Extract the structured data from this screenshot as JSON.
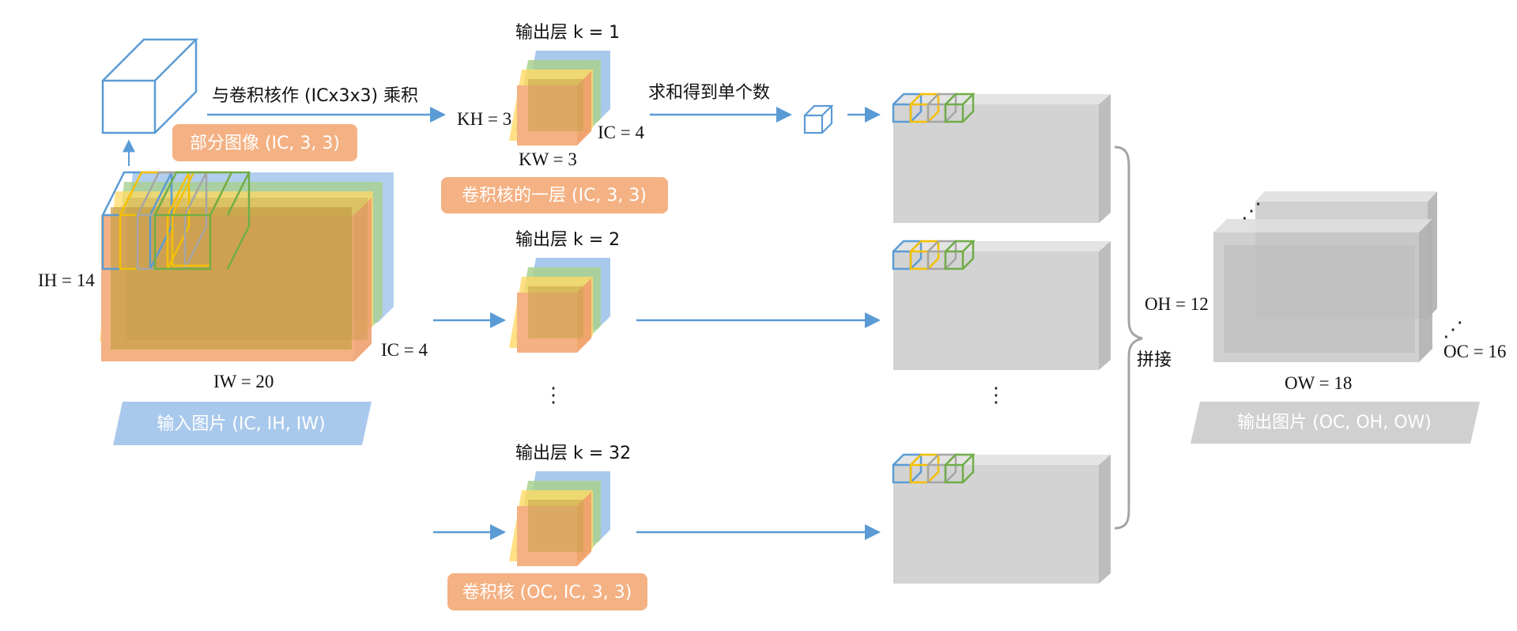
{
  "colors": {
    "blue": "#5b9bd5",
    "yellow": "#f5c000",
    "gray": "#a5a5a5",
    "green": "#70ad47",
    "orange": "#f4b183",
    "orange_tag": "#f4b183",
    "blue_tag": "#a9c9ec",
    "gray_tag": "#d0d0d0",
    "arrow": "#5b9bd5",
    "map_face": "#d3d3d3"
  },
  "input": {
    "ih_label": "IH = 14",
    "iw_label": "IW = 20",
    "ic_label": "IC = 4",
    "tag": "输入图片 (IC, IH, IW)"
  },
  "patch": {
    "tag": "部分图像 (IC, 3, 3)",
    "arrow_label": "与卷积核作 (ICx3x3) 乘积"
  },
  "kernel": {
    "layer1_title": "输出层 k = 1",
    "layer2_title": "输出层 k = 2",
    "layer32_title": "输出层 k = 32",
    "kh_label": "KH = 3",
    "kw_label": "KW = 3",
    "ic_label": "IC = 4",
    "layer_tag": "卷积核的一层 (IC, 3, 3)",
    "all_tag": "卷积核 (OC, IC, 3, 3)",
    "vdots": "⋮"
  },
  "sum_label": "求和得到单个数",
  "maps": {
    "vdots": "⋮",
    "concat_label": "拼接",
    "oh_label": "OH = 12"
  },
  "output": {
    "ow_label": "OW = 18",
    "oc_label": "OC = 16",
    "tag": "输出图片 (OC, OH, OW)",
    "dots_top": "⋰",
    "dots_bottom": "⋰"
  }
}
